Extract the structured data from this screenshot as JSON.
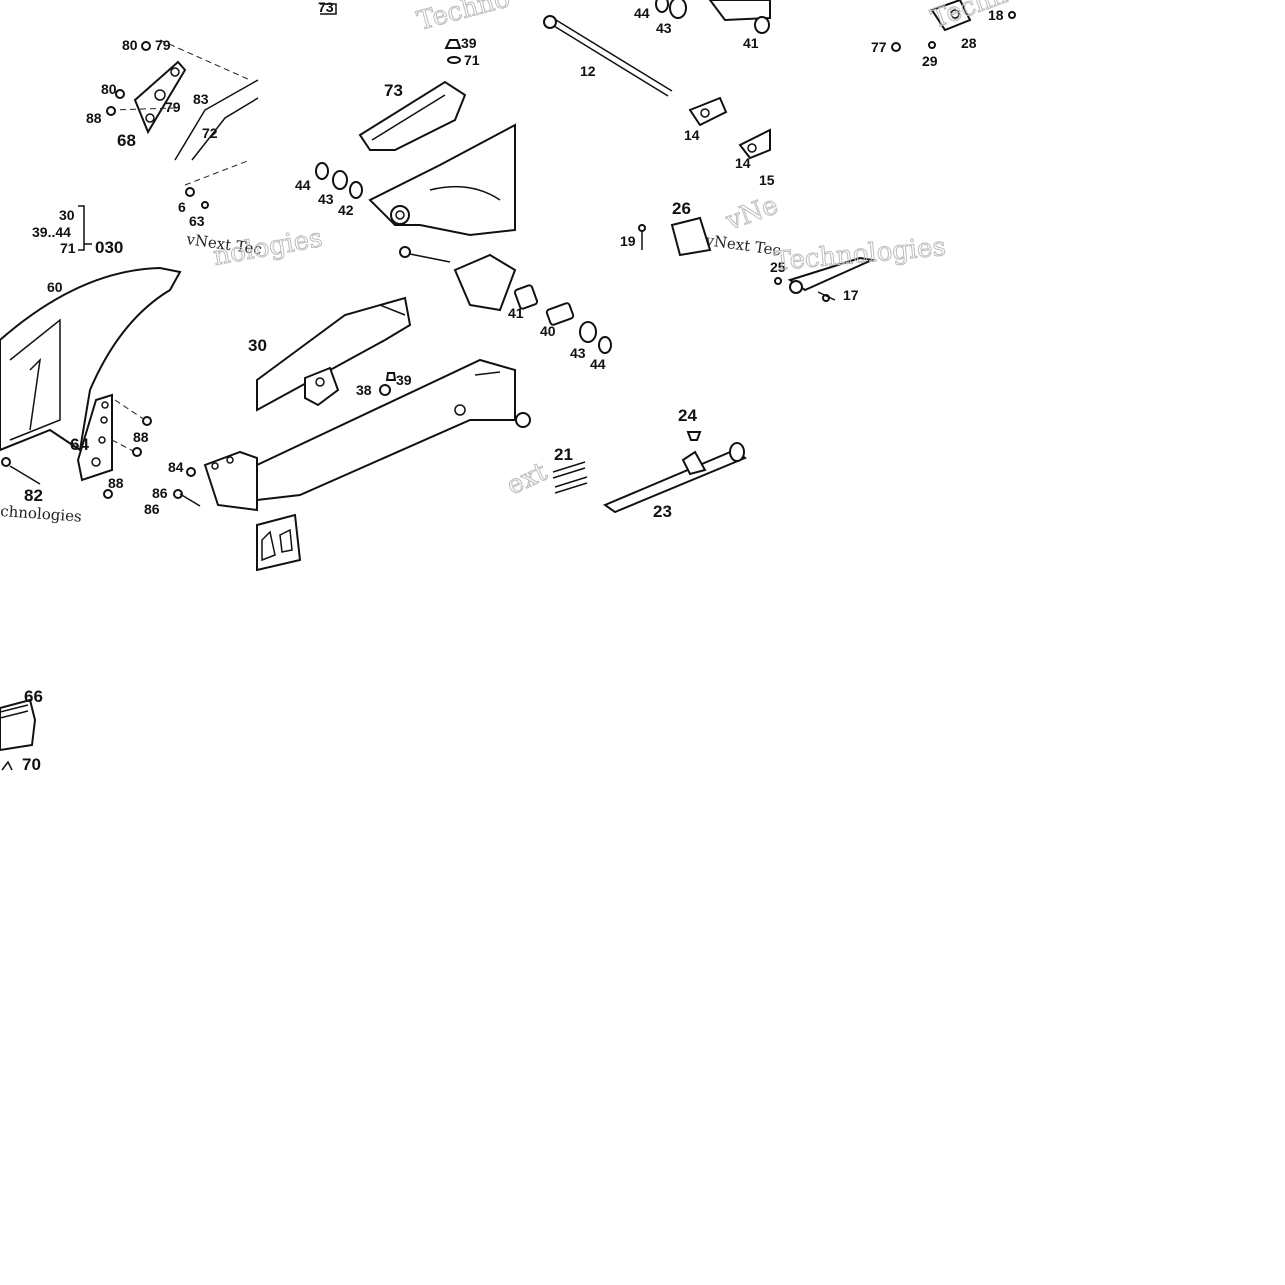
{
  "labels": {
    "tile1": [
      "80",
      "79",
      "80",
      "79",
      "83",
      "88",
      "72",
      "68",
      "6",
      "63",
      "30",
      "39..44",
      "71",
      "030",
      "60",
      "64",
      "88",
      "88",
      "84",
      "82",
      "86",
      "86"
    ],
    "tile2": [
      "73",
      "39",
      "71",
      "73",
      "44",
      "43",
      "42",
      "30",
      "38",
      "39",
      "40",
      "43",
      "44",
      "41"
    ],
    "tile3": [
      "44",
      "43",
      "41",
      "12",
      "14",
      "14",
      "15",
      "26",
      "19",
      "24",
      "21",
      "23"
    ],
    "tile4": [
      "77",
      "29",
      "28",
      "18",
      "25",
      "17"
    ],
    "bottom": [
      "66",
      "70"
    ]
  },
  "watermarks": [
    "Techno",
    "vNext Tec",
    "nologies",
    "vNext Tec",
    "vNe",
    "Techno",
    "Technologies",
    "ext",
    "chnologies"
  ]
}
